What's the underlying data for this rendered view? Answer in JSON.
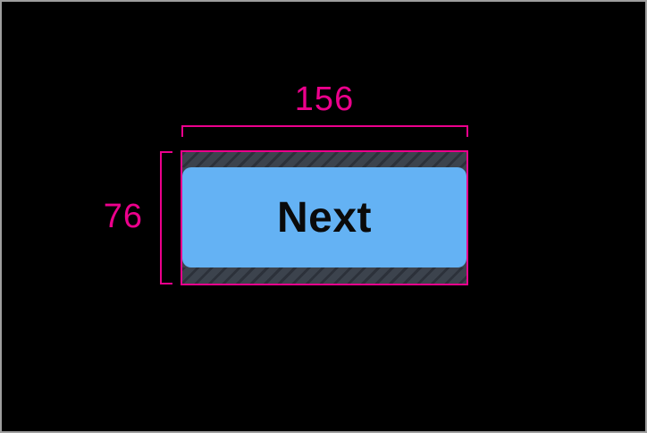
{
  "annotation": {
    "width_label": "156",
    "height_label": "76"
  },
  "button": {
    "label": "Next"
  },
  "colors": {
    "accent": "#ec008c",
    "button_fill": "#64b2f4",
    "button_text": "#0a0a0a",
    "hatch_base": "#3c434d",
    "hatch_stripe": "#2c313a",
    "canvas_bg": "#000000",
    "frame_border": "#9e9e9e"
  }
}
